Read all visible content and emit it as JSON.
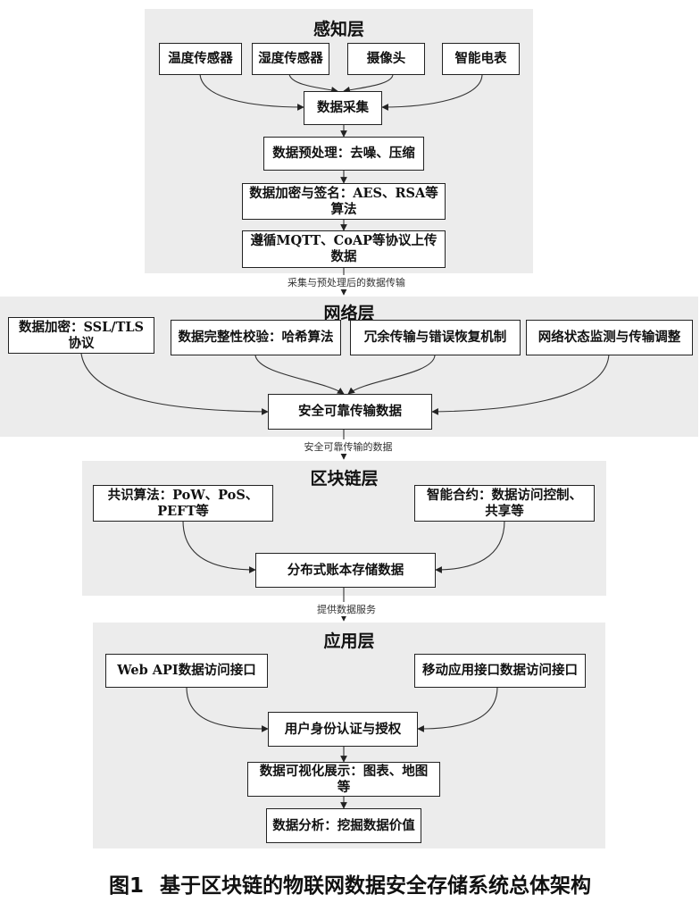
{
  "layers": {
    "perception": {
      "title": "感知层",
      "sensors": [
        "温度传感器",
        "湿度传感器",
        "摄像头",
        "智能电表"
      ],
      "collect": "数据采集",
      "preprocess": "数据预处理：去噪、压缩",
      "encrypt": "数据加密与签名：AES、RSA等算法",
      "upload": "遵循MQTT、CoAP等协议上传数据"
    },
    "network": {
      "title": "网络层",
      "items": [
        "数据加密：SSL/TLS协议",
        "数据完整性校验：哈希算法",
        "冗余传输与错误恢复机制",
        "网络状态监测与传输调整"
      ],
      "secure": "安全可靠传输数据"
    },
    "blockchain": {
      "title": "区块链层",
      "consensus": "共识算法：PoW、PoS、PEFT等",
      "contract": "智能合约：数据访问控制、共享等",
      "ledger": "分布式账本存储数据"
    },
    "application": {
      "title": "应用层",
      "web_api": "Web API数据访问接口",
      "mobile_api": "移动应用接口数据访问接口",
      "auth": "用户身份认证与授权",
      "visualize": "数据可视化展示：图表、地图等",
      "analyze": "数据分析：挖掘数据价值"
    }
  },
  "connectors": {
    "to_network": "采集与预处理后的数据传输",
    "to_blockchain": "安全可靠传输的数据",
    "to_application": "提供数据服务"
  },
  "caption": "图1 基于区块链的物联网数据安全存储系统总体架构"
}
